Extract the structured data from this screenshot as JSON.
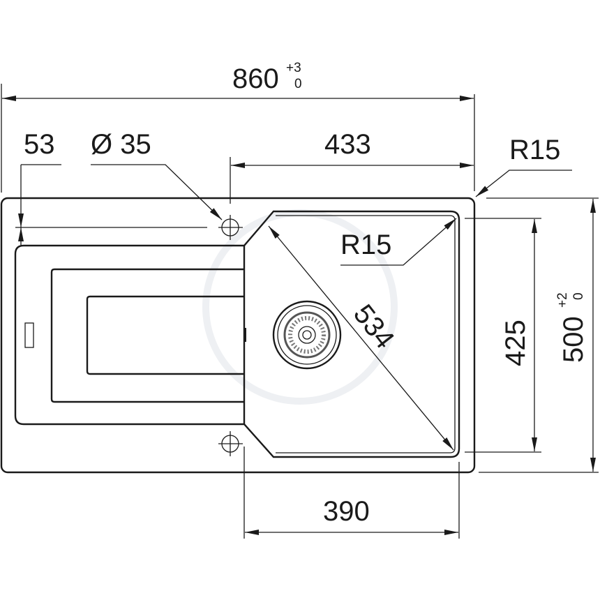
{
  "drawing": {
    "overall_width": {
      "value": "860",
      "tol_upper": "+3",
      "tol_lower": "0"
    },
    "overall_depth": {
      "value": "500",
      "tol_upper": "+2",
      "tol_lower": "0"
    },
    "tap_hole_offset": "53",
    "tap_hole_diameter": "Ø 35",
    "bowl_offset": "433",
    "outer_radius": "R15",
    "bowl_radius": "R15",
    "bowl_diagonal": "534",
    "bowl_depth": "425",
    "bowl_width": "390"
  }
}
